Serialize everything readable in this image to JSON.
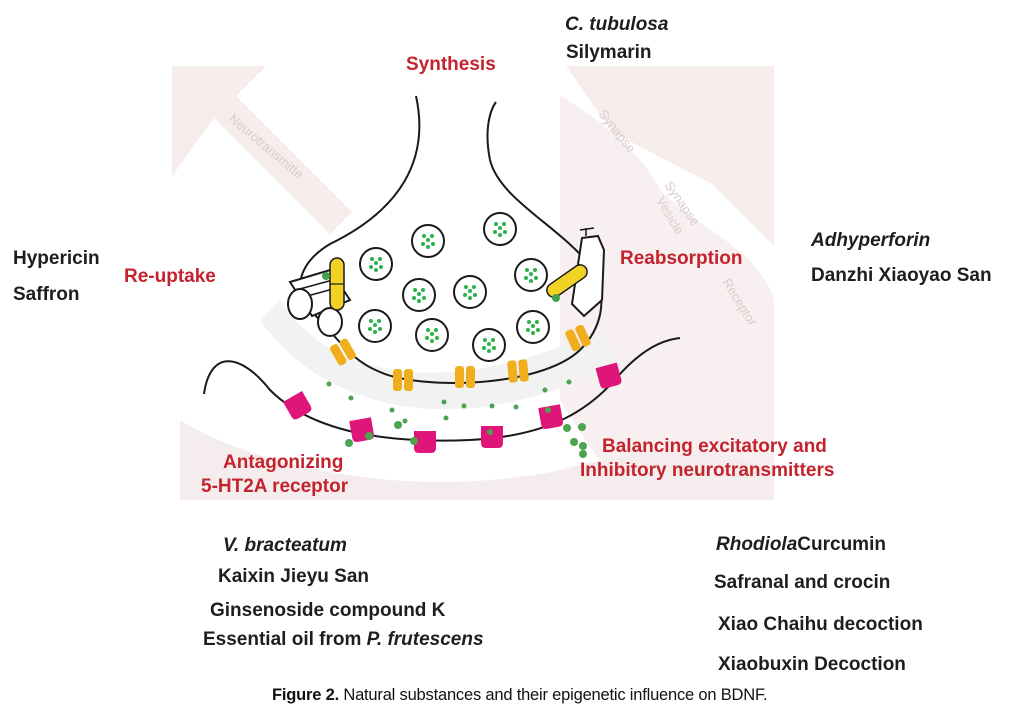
{
  "figure": {
    "caption_label": "Figure 2.",
    "caption_text": " Natural substances and their epigenetic influence on BDNF."
  },
  "mechanisms": {
    "synthesis": "Synthesis",
    "reuptake": "Re-uptake",
    "reabsorption": "Reabsorption",
    "antagonizing_line1": "Antagonizing",
    "antagonizing_line2": "5-HT2A receptor",
    "balancing_line1": "Balancing excitatory  and",
    "balancing_line2": "Inhibitory neurotransmitters"
  },
  "watermark_labels": {
    "neurotransmitter": "Neurotransmitte",
    "synapse": "Synapse",
    "synapse_vesicle_1": "Synapse",
    "synapse_vesicle_2": "Vesicle",
    "receptor": "Receptor"
  },
  "substances": {
    "synthesis": [
      "C. tubulosa",
      "Silymarin"
    ],
    "reuptake": [
      "Hypericin",
      "Saffron"
    ],
    "reabsorption": [
      "Adhyperforin",
      "Danzhi Xiaoyao San"
    ],
    "antagonizing": {
      "v_bracteatum": "V. bracteatum",
      "kaixin": "Kaixin Jieyu San",
      "ginsenoside": "Ginsenoside compound K",
      "essential_prefix": "Essential oil from ",
      "essential_species": "P. frutescens"
    },
    "balancing": {
      "rhodiola": "Rhodiola",
      "curcumin": "Curcumin",
      "safranal": "Safranal and crocin",
      "xiao_chaihu": "Xiao Chaihu decoction",
      "xiaobuxin": "Xiaobuxin Decoction"
    }
  },
  "colors": {
    "mechanism_red": "#c4232d",
    "vesicle_dot_green": "#2bb24c",
    "transporter_yellow": "#f2d325",
    "channel_orange": "#f0ad1c",
    "receptor_magenta": "#e0157a",
    "watermark_pink": "#f6ecec"
  }
}
